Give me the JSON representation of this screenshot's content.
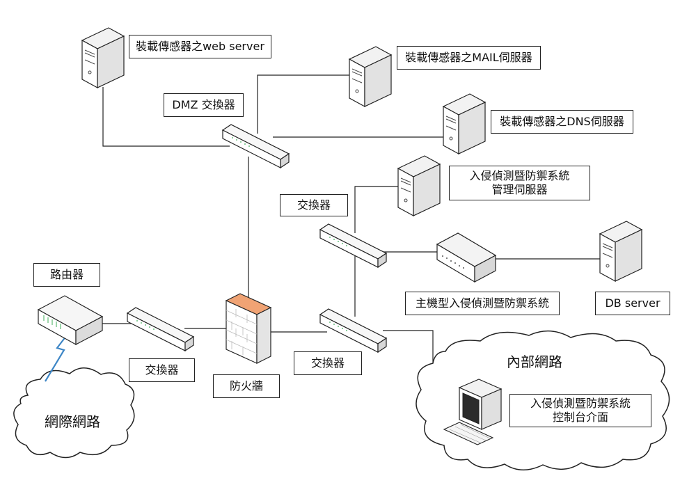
{
  "labels": {
    "web_server": "裝載傳感器之web server",
    "mail_server": "裝載傳感器之MAIL伺服器",
    "dns_server": "裝載傳感器之DNS伺服器",
    "dmz_switch": "DMZ 交換器",
    "ids_mgmt_line1": "入侵偵測暨防禦系統",
    "ids_mgmt_line2": "管理伺服器",
    "switch_upper": "交換器",
    "router": "路由器",
    "host_ids": "主機型入侵偵測暨防禦系統",
    "db_server": "DB server",
    "switch_left": "交換器",
    "switch_middle": "交換器",
    "firewall": "防火牆",
    "internal_network": "內部網路",
    "console_line1": "入侵偵測暨防禦系統",
    "console_line2": "控制台介面",
    "internet": "網際網路"
  },
  "colors": {
    "line": "#222222",
    "device_face": "#ffffff",
    "device_side": "#e6e6e6",
    "firewall_top": "#f0a374",
    "led": "#3fae5a",
    "lightning": "#3d86c6"
  }
}
